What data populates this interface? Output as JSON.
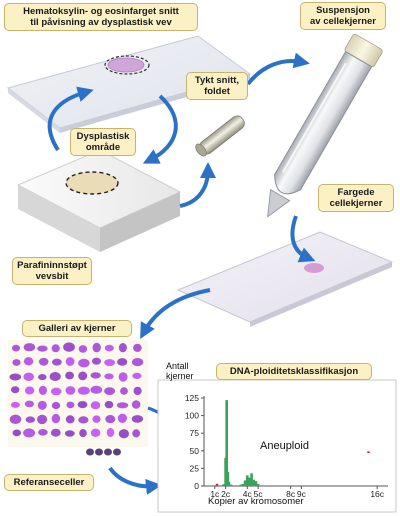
{
  "labels": {
    "he_slide_line1": "Hematoksylin- og eosinfarget snitt",
    "he_slide_line2": "til påvisning av dysplastisk vev",
    "dysplastic_line1": "Dysplastisk",
    "dysplastic_line2": "område",
    "block_line1": "Parafininnstøpt",
    "block_line2": "vevsbit",
    "section_line1": "Tykt snitt,",
    "section_line2": "foldet",
    "suspension_line1": "Suspensjon",
    "suspension_line2": "av cellekjerner",
    "stained_line1": "Fargede",
    "stained_line2": "cellekjerner",
    "gallery": "Galleri av kjerner",
    "reference": "Referanseceller",
    "dna_title": "DNA-ploiditetsklassifikasjon"
  },
  "chart_data": {
    "type": "bar",
    "title": "DNA-ploiditetsklassifikasjon",
    "ylabel_line1": "Antall",
    "ylabel_line2": "kjerner",
    "xlabel": "Kopier av kromosomer",
    "y_ticks": [
      "125",
      "100",
      "75",
      "50",
      "25",
      "0"
    ],
    "ylim": [
      0,
      125
    ],
    "x_ticks": [
      "1c",
      "2c",
      "4c",
      "5c",
      "8c",
      "9c",
      "16c"
    ],
    "x_tick_values": [
      1,
      2,
      4,
      5,
      8,
      9,
      16
    ],
    "xlim": [
      0,
      17
    ],
    "annotation": "Aneuploid",
    "bar_color": "#3aa35a",
    "histogram_x": [
      1.6,
      1.8,
      1.9,
      2.0,
      2.1,
      2.2,
      2.3,
      2.5,
      3.0,
      3.4,
      3.6,
      3.8,
      4.0,
      4.2,
      4.4,
      4.6,
      4.8,
      5.0,
      5.2
    ],
    "histogram_y": [
      1,
      2,
      3,
      40,
      122,
      20,
      6,
      2,
      1,
      2,
      3,
      8,
      15,
      12,
      18,
      9,
      7,
      3,
      1
    ],
    "outliers": [
      {
        "x": 1.2,
        "y": 2
      },
      {
        "x": 15.2,
        "y": 48
      }
    ],
    "grid": false
  }
}
